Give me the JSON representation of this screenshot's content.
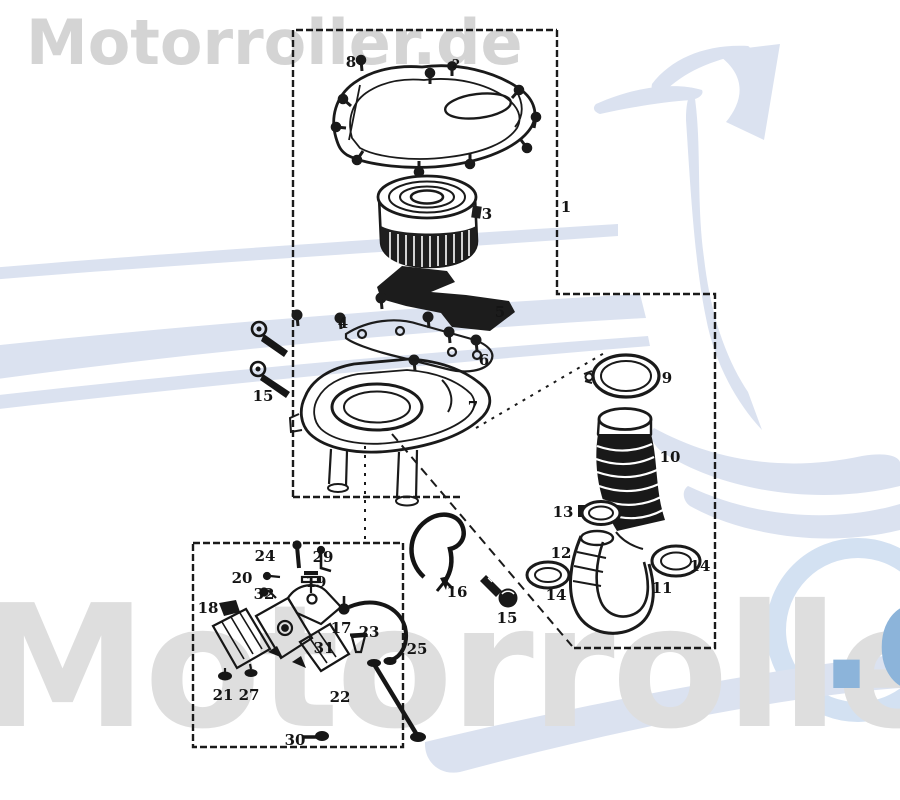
{
  "watermarks": {
    "top_left": "Motorroller.de",
    "bottom": "Motorroller",
    "bottom_right": ".de"
  },
  "colors": {
    "line": "#1a1a1a",
    "watermark_gray": "#d6d6d6",
    "logo_light_blue": "#dbe2f0",
    "logo_blue": "#8cb4da"
  },
  "diagram": {
    "type": "exploded-parts-diagram",
    "part_labels": [
      "8",
      "2",
      "1",
      "3",
      "4",
      "5",
      "6",
      "7",
      "15",
      "9",
      "10",
      "13",
      "12",
      "14",
      "11",
      "14",
      "16",
      "15",
      "24",
      "29",
      "20",
      "19",
      "32",
      "18",
      "17",
      "23",
      "31",
      "25",
      "21",
      "27",
      "22",
      "30"
    ]
  }
}
